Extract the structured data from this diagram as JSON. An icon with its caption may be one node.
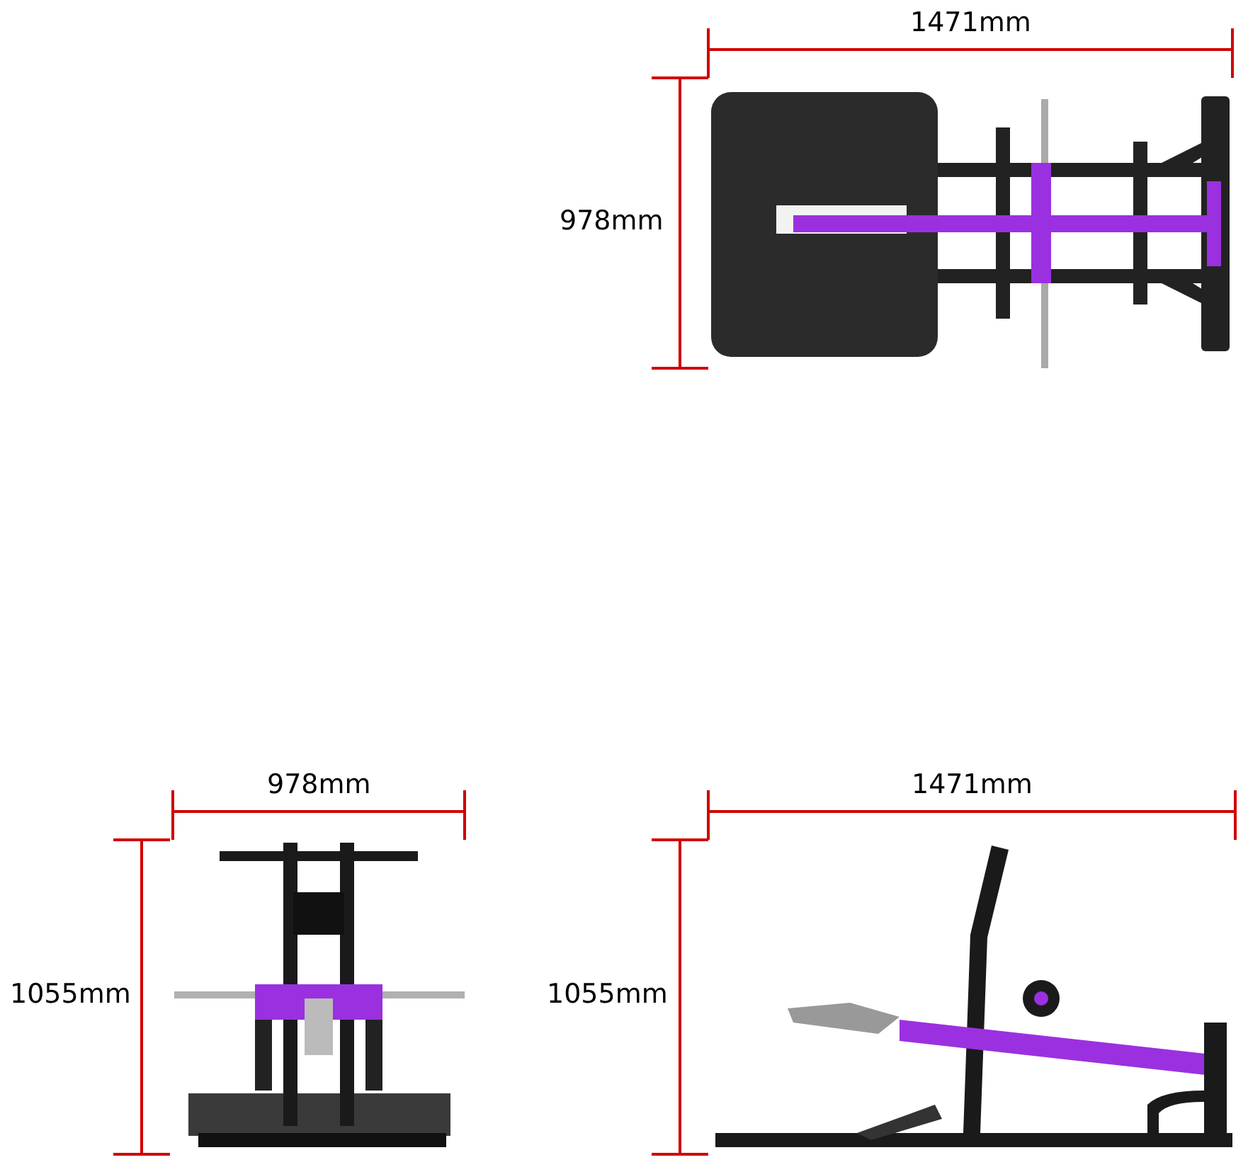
{
  "diagram": {
    "labels": [
      "1471mm",
      "978mm",
      "978mm",
      "1055mm",
      "1471mm",
      "1055mm"
    ]
  }
}
